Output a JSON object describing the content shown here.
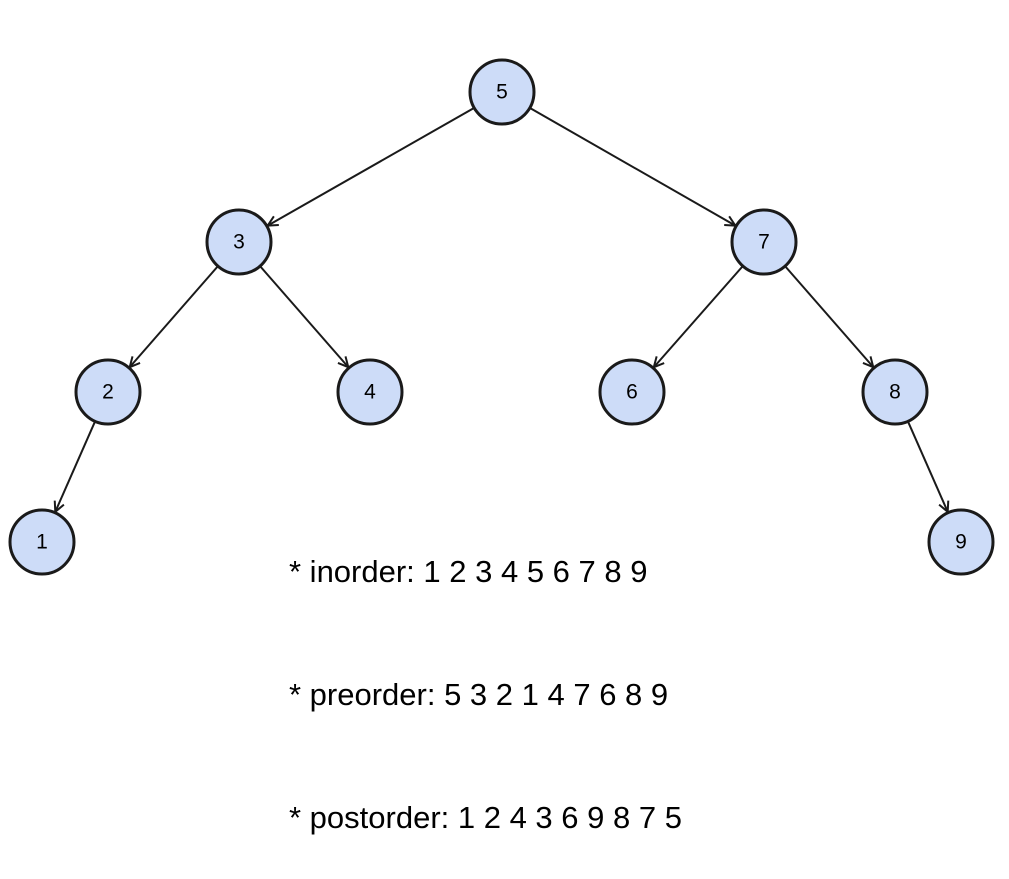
{
  "colors": {
    "node_fill": "#cddcf8",
    "node_stroke": "#1a1a1a",
    "edge": "#1a1a1a",
    "text": "#000000"
  },
  "tree": {
    "nodes": [
      {
        "id": "n5",
        "label": "5"
      },
      {
        "id": "n3",
        "label": "3"
      },
      {
        "id": "n7",
        "label": "7"
      },
      {
        "id": "n2",
        "label": "2"
      },
      {
        "id": "n4",
        "label": "4"
      },
      {
        "id": "n6",
        "label": "6"
      },
      {
        "id": "n8",
        "label": "8"
      },
      {
        "id": "n1",
        "label": "1"
      },
      {
        "id": "n9",
        "label": "9"
      }
    ],
    "edges": [
      {
        "from": "n5",
        "to": "n3"
      },
      {
        "from": "n5",
        "to": "n7"
      },
      {
        "from": "n3",
        "to": "n2"
      },
      {
        "from": "n3",
        "to": "n4"
      },
      {
        "from": "n7",
        "to": "n6"
      },
      {
        "from": "n7",
        "to": "n8"
      },
      {
        "from": "n2",
        "to": "n1"
      },
      {
        "from": "n8",
        "to": "n9"
      }
    ]
  },
  "traversals": [
    {
      "text": "* inorder: 1 2 3 4 5 6 7 8 9"
    },
    {
      "text": "* preorder: 5 3 2 1 4 7 6 8 9"
    },
    {
      "text": "* postorder: 1 2 4 3 6 9 8 7 5"
    }
  ]
}
